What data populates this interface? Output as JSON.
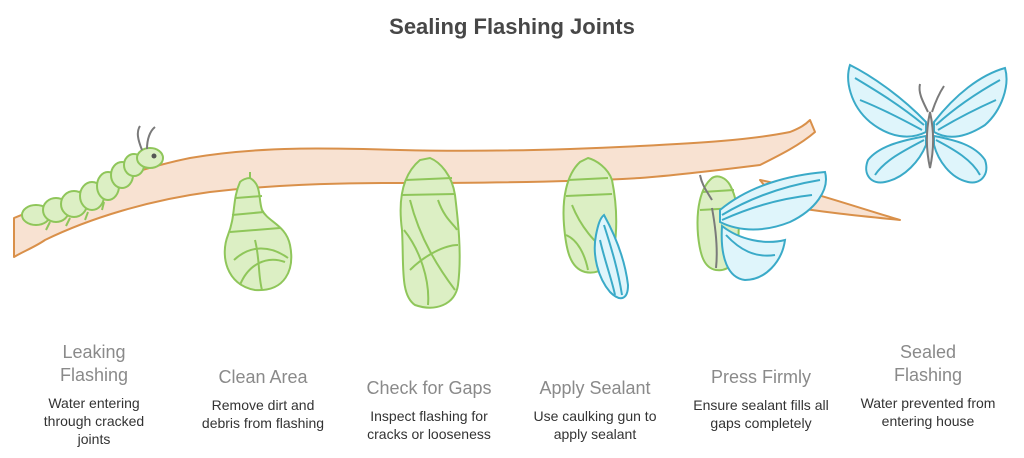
{
  "title": "Sealing Flashing Joints",
  "stages": [
    {
      "title": "Leaking Flashing",
      "description": "Water entering through cracked joints"
    },
    {
      "title": "Clean Area",
      "description": "Remove dirt and debris from flashing"
    },
    {
      "title": "Check for Gaps",
      "description": "Inspect flashing for cracks or looseness"
    },
    {
      "title": "Apply Sealant",
      "description": "Use caulking gun to apply sealant"
    },
    {
      "title": "Press Firmly",
      "description": "Ensure sealant fills all gaps completely"
    },
    {
      "title": "Sealed Flashing",
      "description": "Water prevented from entering house"
    }
  ],
  "colors": {
    "branch_fill": "#f8e2d2",
    "branch_stroke": "#d9904a",
    "chrysalis_fill": "#dcefc4",
    "chrysalis_stroke": "#8fc65a",
    "wing_fill": "#dff5fb",
    "wing_stroke": "#3aaac8",
    "body_stroke": "#7a7a7a"
  },
  "icons": [
    "branch",
    "caterpillar-icon",
    "chrysalis-icon",
    "chrysalis-icon",
    "emerging-chrysalis-icon",
    "emerging-butterfly-icon",
    "butterfly-icon"
  ]
}
